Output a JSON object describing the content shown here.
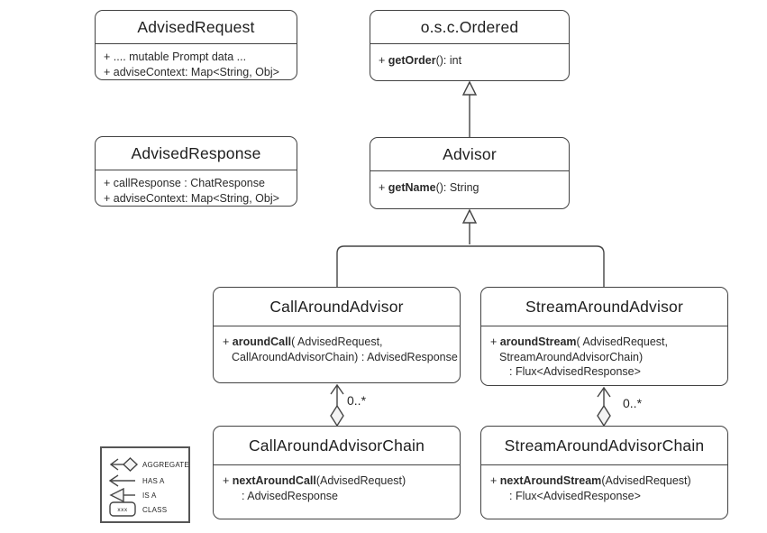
{
  "colors": {
    "background": "#ffffff",
    "line": "#454545",
    "text": "#2a2a2a",
    "legend_border": "#555555"
  },
  "classes": [
    {
      "title": "AdvisedRequest",
      "members": [
        [
          {
            "t": "+ .... mutable Prompt data ..."
          }
        ],
        [
          {
            "t": "+ adviseContext: Map<String, Obj>"
          }
        ]
      ]
    },
    {
      "title": "o.s.c.Ordered",
      "members": [
        [
          {
            "t": "+ "
          },
          {
            "t": "getOrder",
            "bold": true
          },
          {
            "t": "(): int"
          }
        ]
      ]
    },
    {
      "title": "AdvisedResponse",
      "members": [
        [
          {
            "t": "+ callResponse : ChatResponse"
          }
        ],
        [
          {
            "t": "+ adviseContext: Map<String, Obj>"
          }
        ]
      ]
    },
    {
      "title": "Advisor",
      "members": [
        [
          {
            "t": "+ "
          },
          {
            "t": "getName",
            "bold": true
          },
          {
            "t": "(): String"
          }
        ]
      ]
    },
    {
      "title": "CallAroundAdvisor",
      "members": [
        [
          {
            "t": "+ "
          },
          {
            "t": "aroundCall",
            "bold": true
          },
          {
            "t": "( AdvisedRequest,"
          }
        ],
        [
          {
            "t": "CallAroundAdvisorChain) : AdvisedResponse"
          }
        ]
      ]
    },
    {
      "title": "StreamAroundAdvisor",
      "members": [
        [
          {
            "t": "+ "
          },
          {
            "t": "aroundStream",
            "bold": true
          },
          {
            "t": "( AdvisedRequest,"
          }
        ],
        [
          {
            "t": "StreamAroundAdvisorChain)"
          }
        ],
        [
          {
            "t": ": Flux<AdvisedResponse>"
          }
        ]
      ]
    },
    {
      "title": "CallAroundAdvisorChain",
      "members": [
        [
          {
            "t": "+ "
          },
          {
            "t": "nextAroundCall",
            "bold": true
          },
          {
            "t": "(AdvisedRequest)"
          }
        ],
        [
          {
            "t": ": AdvisedResponse"
          }
        ]
      ]
    },
    {
      "title": "StreamAroundAdvisorChain",
      "members": [
        [
          {
            "t": "+ "
          },
          {
            "t": "nextAroundStream",
            "bold": true
          },
          {
            "t": "(AdvisedRequest)"
          }
        ],
        [
          {
            "t": ": Flux<AdvisedResponse>"
          }
        ]
      ]
    }
  ],
  "relations": {
    "generalizations": [
      {
        "from": "Advisor",
        "to": "o.s.c.Ordered"
      },
      {
        "from": "CallAroundAdvisor",
        "to": "Advisor"
      },
      {
        "from": "StreamAroundAdvisor",
        "to": "Advisor"
      }
    ],
    "aggregations": [
      {
        "from": "CallAroundAdvisorChain",
        "to": "CallAroundAdvisor",
        "multiplicity": "0..*"
      },
      {
        "from": "StreamAroundAdvisorChain",
        "to": "StreamAroundAdvisor",
        "multiplicity": "0..*"
      }
    ]
  },
  "legend": {
    "items": [
      {
        "label": "AGGREGATE"
      },
      {
        "label": "HAS A"
      },
      {
        "label": "IS A"
      },
      {
        "label": "CLASS"
      }
    ],
    "class_sample_text": "xxx"
  }
}
